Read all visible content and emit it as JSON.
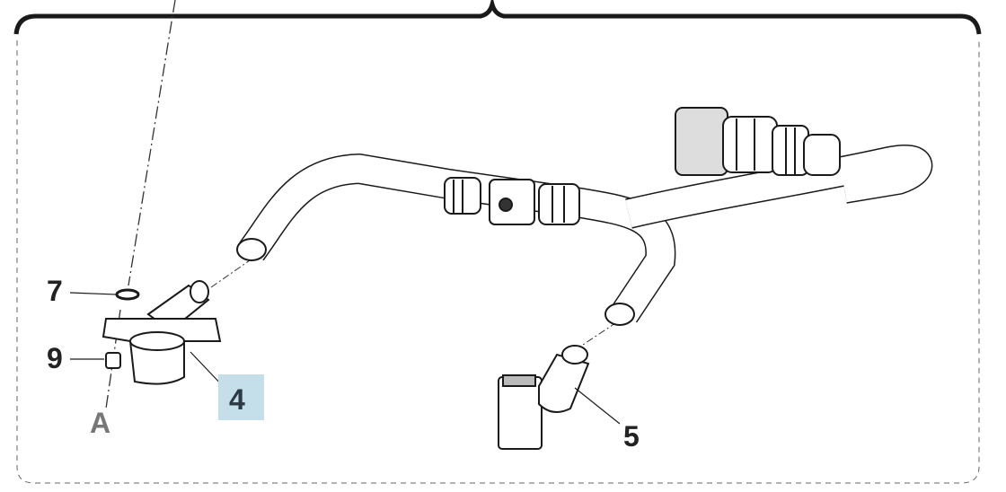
{
  "callouts": {
    "part_7": "7",
    "part_9": "9",
    "reference_a": "A",
    "part_4": "4",
    "part_5": "5"
  },
  "highlight_color": "#c5dfea"
}
